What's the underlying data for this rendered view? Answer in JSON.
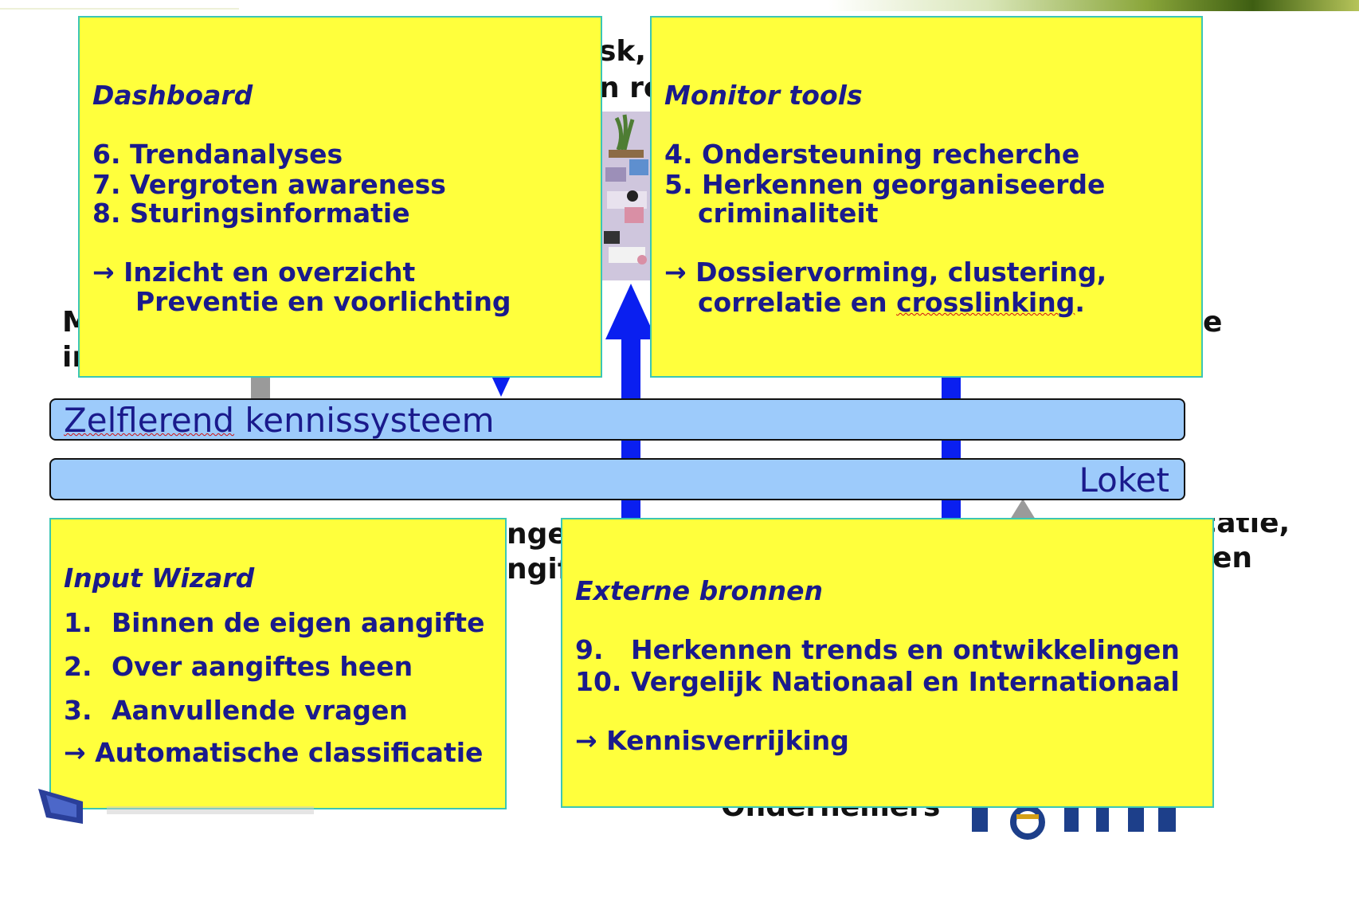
{
  "colors": {
    "panel_bg": "#ffff3c",
    "panel_border": "#3cc6b4",
    "panel_text": "#1a1a8c",
    "bar_bg": "#9dcbfb",
    "arrow_blue": "#0a1ff0",
    "arrow_gray": "#9a9a9a"
  },
  "background_fragments": {
    "top_center_1": "sk,",
    "top_center_2": "n re",
    "left_1": "M",
    "left_2": "ir",
    "right_1": "e",
    "mid_left_1": "ngen",
    "mid_left_2": "ngift",
    "right_mid_1": "Authenticatie,",
    "right_mid_2": "en",
    "bottom_center": "Ondernemers"
  },
  "dashboard": {
    "title": "Dashboard",
    "items": [
      "6. Trendanalyses",
      "7. Vergroten awareness",
      "8. Sturingsinformatie"
    ],
    "results": [
      "→  Inzicht en overzicht",
      "Preventie en voorlichting"
    ]
  },
  "monitor_tools": {
    "title": "Monitor tools",
    "items": [
      "4. Ondersteuning recherche",
      "5. Herkennen georganiseerde",
      "criminaliteit"
    ],
    "results": [
      "→ Dossiervorming, clustering,",
      "correlatie en ",
      "crosslinking",
      "."
    ]
  },
  "bars": {
    "kennissysteem_word1": "Zelflerend",
    "kennissysteem_word2": " kennissysteem",
    "loket": "Loket"
  },
  "input_wizard": {
    "title": "Input Wizard",
    "items": [
      {
        "num": "1.",
        "text": "Binnen de eigen aangifte"
      },
      {
        "num": "2.",
        "text": "Over aangiftes heen"
      },
      {
        "num": "3.",
        "text": "Aanvullende vragen"
      }
    ],
    "result": "→ Automatische classificatie"
  },
  "externe_bronnen": {
    "title": "Externe bronnen",
    "items": [
      {
        "num": "9.",
        "text": "Herkennen trends en ontwikkelingen"
      },
      {
        "num": "10.",
        "text": "Vergelijk Nationaal en Internationaal"
      }
    ],
    "result": "→ Kennisverrijking"
  }
}
